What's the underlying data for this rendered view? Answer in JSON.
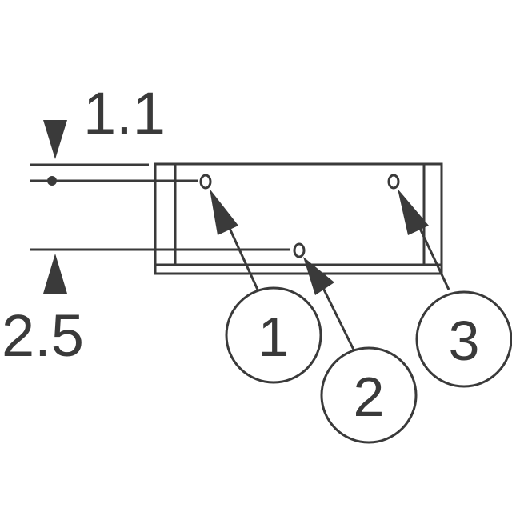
{
  "dimensions": {
    "top_label": "1.1",
    "bottom_label": "2.5"
  },
  "callouts": [
    {
      "number": "1"
    },
    {
      "number": "2"
    },
    {
      "number": "3"
    }
  ],
  "colors": {
    "stroke": "#3a3a3a",
    "background": "#ffffff"
  }
}
